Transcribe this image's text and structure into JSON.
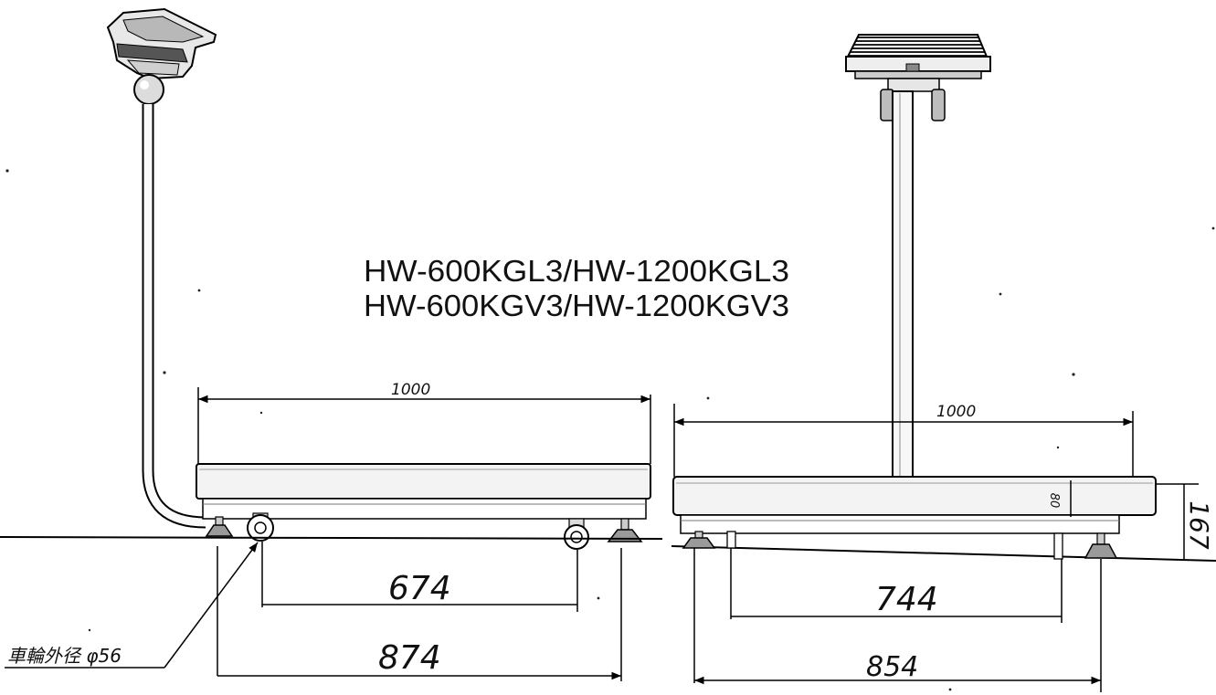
{
  "model": {
    "line1": "HW-600KGL3/HW-1200KGL3",
    "line2": "HW-600KGV3/HW-1200KGV3"
  },
  "left_scale": {
    "platform_width": "1000",
    "wheel_span": "674",
    "foot_span": "874",
    "wheel_note": "車輪外径 φ56"
  },
  "right_scale": {
    "platform_width": "1000",
    "platform_height": "80",
    "overall_height": "167",
    "post_span": "744",
    "foot_span": "854"
  }
}
